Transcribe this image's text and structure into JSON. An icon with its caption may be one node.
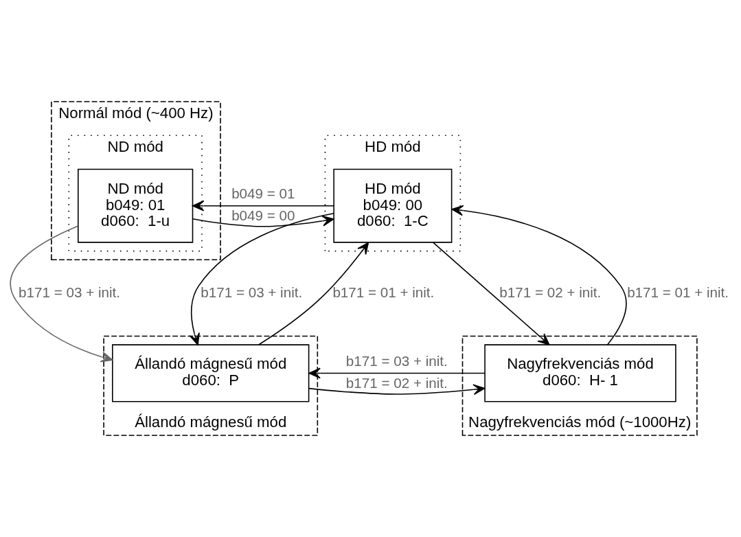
{
  "diagram": {
    "nodes": [
      {
        "text": [
          "Normál mód (~400 Hz)"
        ]
      },
      {
        "text": [
          "HD mód"
        ]
      },
      {
        "text": [
          "HD mód",
          "b049: 00",
          "d060:  1-C"
        ],
        "in": 1
      },
      {
        "text": [
          "ND mód"
        ],
        "in": 0
      },
      {
        "text": [
          "ND mód",
          "b049: 01",
          "d060:  1-u"
        ],
        "in": 3
      },
      {
        "text": [
          "Nagyfrekvenciás mód (~1000Hz)"
        ]
      },
      {
        "text": [
          "Nagyfrekvenciás mód",
          "d060:  H- 1"
        ],
        "in": 5
      },
      {
        "text": [
          "Állandó mágnesű mód"
        ]
      },
      {
        "text": [
          "Állandó mágnesű mód",
          "d060:  P"
        ],
        "in": 7
      }
    ],
    "edges": [
      {
        "from": 2,
        "to": 4,
        "arrow": "to",
        "label": "b049 = 01"
      },
      {
        "from": 4,
        "to": 2,
        "arrow": "to",
        "label": "b049 = 00"
      },
      {
        "from": 2,
        "to": 6,
        "arrow": "to",
        "label": "b171 = 02 + init."
      },
      {
        "from": 6,
        "to": 2,
        "arrow": "to",
        "label": "b171 = 01 + init."
      },
      {
        "from": 2,
        "to": 8,
        "arrow": "to",
        "label": "b171 = 03 + init."
      },
      {
        "from": 8,
        "to": 2,
        "arrow": "to",
        "label": "b171 = 01 + init."
      },
      {
        "from": 4,
        "to": 8,
        "arrow": "to",
        "label": "b171 = 03 + init.",
        "color": "#666666"
      },
      {
        "from": 6,
        "to": 8,
        "arrow": "to",
        "label": "b171 = 03 + init."
      },
      {
        "from": 8,
        "to": 6,
        "arrow": "to",
        "label": "b171 = 02 + init."
      }
    ]
  }
}
